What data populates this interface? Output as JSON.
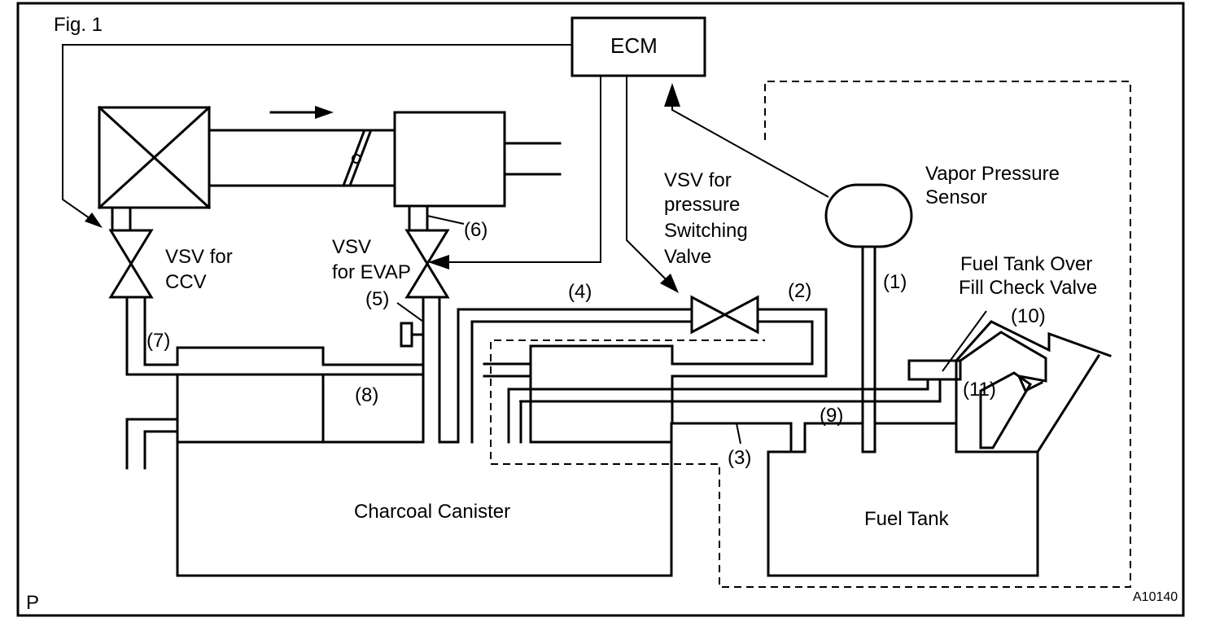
{
  "figure_label": "Fig. 1",
  "corner_mark": "P",
  "figure_code": "A10140",
  "components": {
    "ecm": "ECM",
    "vapor_pressure_sensor": [
      "Vapor Pressure",
      "Sensor"
    ],
    "vsv_pressure_switching": [
      "VSV for",
      "pressure",
      "Switching",
      "Valve"
    ],
    "vsv_ccv": [
      "VSV for",
      "CCV"
    ],
    "vsv_evap": [
      "VSV",
      "for EVAP"
    ],
    "fill_check_valve": [
      "Fuel Tank Over",
      "Fill Check Valve"
    ],
    "charcoal_canister": "Charcoal Canister",
    "fuel_tank": "Fuel Tank"
  },
  "callouts": [
    "(1)",
    "(2)",
    "(3)",
    "(4)",
    "(5)",
    "(6)",
    "(7)",
    "(8)",
    "(9)",
    "(10)",
    "(11)"
  ]
}
